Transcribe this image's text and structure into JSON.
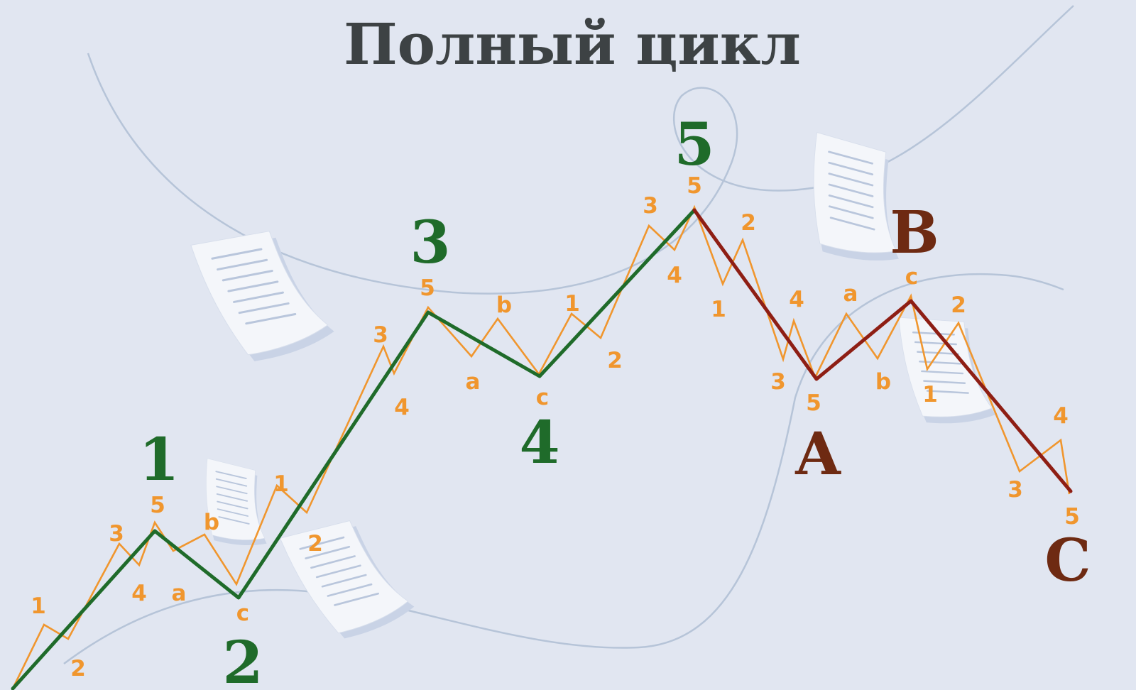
{
  "title": "Полный цикл",
  "colors": {
    "background": "#e1e6f1",
    "impulse": "#1f6b2a",
    "impulse_label": "#1f6b2a",
    "correction": "#8e1e14",
    "correction_label": "#6e2a12",
    "subwave": "#f0962e",
    "decor_curve": "#b6c4d8"
  },
  "main_wave_labels": {
    "impulse": [
      "1",
      "2",
      "3",
      "4",
      "5"
    ],
    "corrective": [
      "A",
      "B",
      "C"
    ]
  },
  "sub_wave_labels": [
    "1",
    "2",
    "5",
    "3",
    "4",
    "a",
    "b",
    "c",
    "1",
    "2",
    "3",
    "4",
    "5",
    "a",
    "b",
    "c",
    "1",
    "2",
    "3",
    "4",
    "5",
    "1",
    "2",
    "3",
    "4",
    "5",
    "a",
    "b",
    "c",
    "1",
    "2",
    "3",
    "4",
    "5"
  ],
  "decorations": [
    "paper-sheet-icon",
    "paper-sheet-icon",
    "paper-sheet-icon",
    "paper-sheet-icon",
    "paper-sheet-icon"
  ]
}
